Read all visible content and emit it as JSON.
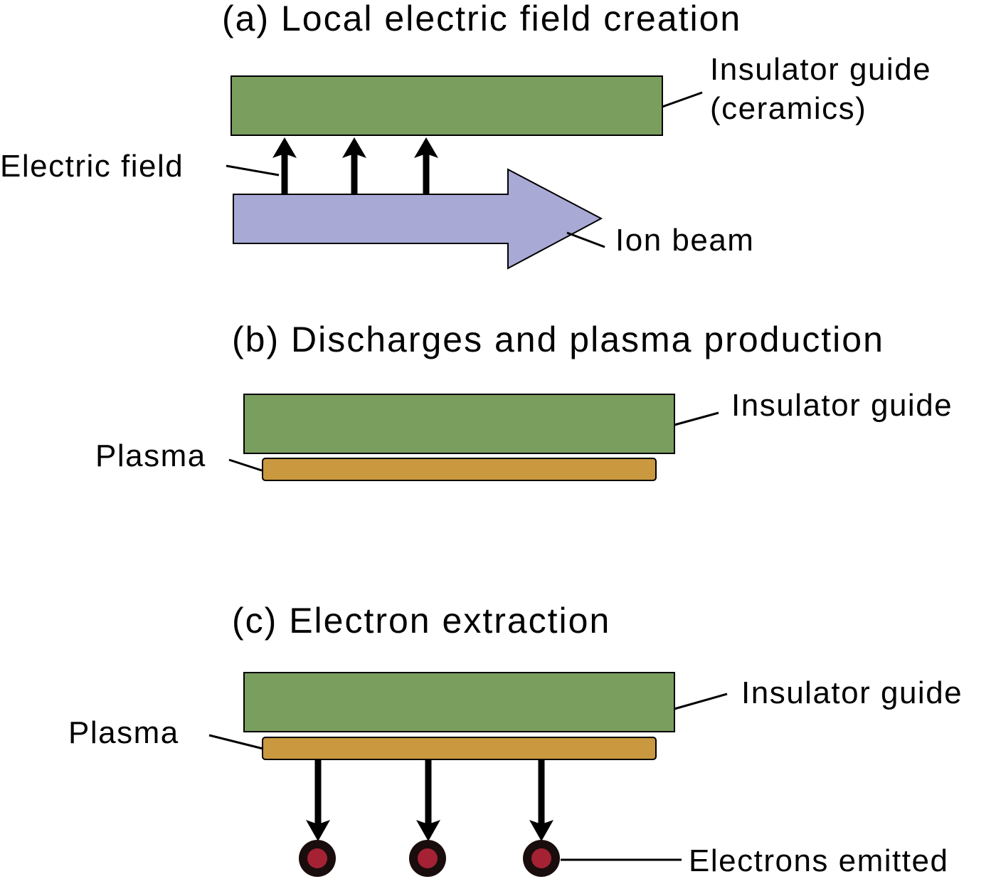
{
  "panel_a": {
    "title": "(a) Local electric field creation",
    "insulator_label_line1": "Insulator guide",
    "insulator_label_line2": "(ceramics)",
    "electric_field_label": "Electric field",
    "ion_beam_label": "Ion beam"
  },
  "panel_b": {
    "title": "(b) Discharges and plasma production",
    "insulator_label": "Insulator guide",
    "plasma_label": "Plasma"
  },
  "panel_c": {
    "title": "(c) Electron extraction",
    "insulator_label": "Insulator guide",
    "plasma_label": "Plasma",
    "electrons_label": "Electrons emitted"
  },
  "colors": {
    "insulator": "#7a9e5e",
    "ion_beam": "#a9a9d6",
    "plasma": "#c9983f",
    "electron_core": "#a52234",
    "electron_ring": "#1a0d0d"
  },
  "icons": {
    "field_arrow": "arrow-up-icon",
    "extraction_arrow": "arrow-down-icon",
    "electron": "electron-icon"
  }
}
